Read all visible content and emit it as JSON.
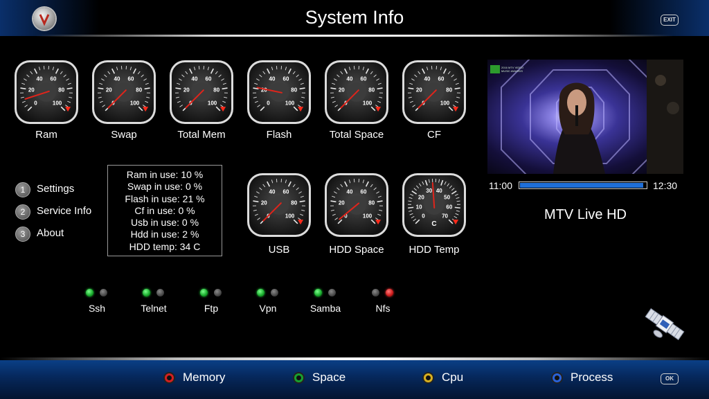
{
  "header": {
    "title": "System Info",
    "logo_icon": "vu-logo-icon",
    "exit_label": "EXIT"
  },
  "gauges": [
    {
      "id": "ram",
      "label": "Ram",
      "scale": [
        0,
        20,
        40,
        60,
        80,
        100
      ],
      "value": 10
    },
    {
      "id": "swap",
      "label": "Swap",
      "scale": [
        0,
        20,
        40,
        60,
        80,
        100
      ],
      "value": 0
    },
    {
      "id": "total-mem",
      "label": "Total Mem",
      "scale": [
        0,
        20,
        40,
        60,
        80,
        100
      ],
      "value": 0
    },
    {
      "id": "flash",
      "label": "Flash",
      "scale": [
        0,
        20,
        40,
        60,
        80,
        100
      ],
      "value": 21
    },
    {
      "id": "total-space",
      "label": "Total Space",
      "scale": [
        0,
        20,
        40,
        60,
        80,
        100
      ],
      "value": 0
    },
    {
      "id": "cf",
      "label": "CF",
      "scale": [
        0,
        20,
        40,
        60,
        80,
        100
      ],
      "value": 0
    },
    {
      "id": "usb",
      "label": "USB",
      "scale": [
        0,
        20,
        40,
        60,
        80,
        100
      ],
      "value": 0
    },
    {
      "id": "hdd-space",
      "label": "HDD Space",
      "scale": [
        0,
        20,
        40,
        60,
        80,
        100
      ],
      "value": 2
    },
    {
      "id": "hdd-temp",
      "label": "HDD Temp",
      "scale": [
        0,
        10,
        20,
        30,
        40,
        50,
        60,
        70
      ],
      "value": 34,
      "unit": "C"
    }
  ],
  "menu": [
    {
      "num": "1",
      "label": "Settings"
    },
    {
      "num": "2",
      "label": "Service Info"
    },
    {
      "num": "3",
      "label": "About"
    }
  ],
  "info_lines": [
    "Ram in use: 10 %",
    "Swap in use: 0 %",
    "Flash in use: 21 %",
    "Cf in use: 0 %",
    "Usb in use: 0 %",
    "Hdd in use: 2 %",
    "HDD temp: 34 C"
  ],
  "player": {
    "time_start": "11:00",
    "time_end": "12:30",
    "progress": 0.98,
    "channel": "MTV Live HD"
  },
  "services": [
    {
      "name": "Ssh",
      "leds": [
        "green",
        "gray"
      ]
    },
    {
      "name": "Telnet",
      "leds": [
        "green",
        "gray"
      ]
    },
    {
      "name": "Ftp",
      "leds": [
        "green",
        "gray"
      ]
    },
    {
      "name": "Vpn",
      "leds": [
        "green",
        "gray"
      ]
    },
    {
      "name": "Samba",
      "leds": [
        "green",
        "gray"
      ]
    },
    {
      "name": "Nfs",
      "leds": [
        "gray",
        "red"
      ]
    }
  ],
  "footer": {
    "buttons": [
      {
        "label": "Memory",
        "color": "#d42020"
      },
      {
        "label": "Space",
        "color": "#18a030"
      },
      {
        "label": "Cpu",
        "color": "#d8b020"
      },
      {
        "label": "Process",
        "color": "#2a62d8"
      }
    ],
    "ok_label": "OK"
  }
}
